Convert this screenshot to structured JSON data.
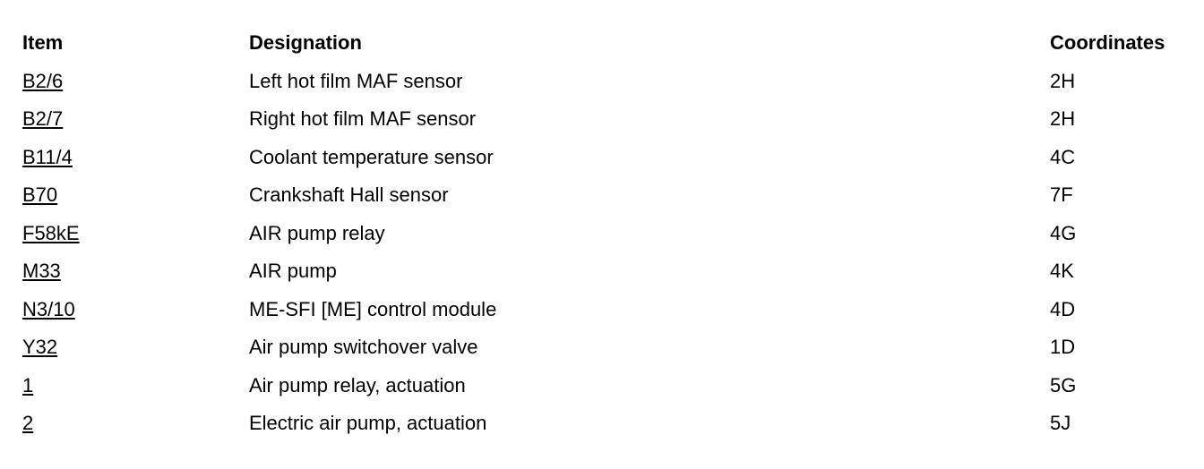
{
  "table": {
    "headers": {
      "item": "Item",
      "designation": "Designation",
      "coordinates": "Coordinates"
    },
    "rows": [
      {
        "item": "B2/6",
        "designation": "Left hot film MAF sensor",
        "coordinates": "2H"
      },
      {
        "item": "B2/7",
        "designation": "Right hot film MAF sensor",
        "coordinates": "2H"
      },
      {
        "item": "B11/4",
        "designation": "Coolant temperature sensor",
        "coordinates": "4C"
      },
      {
        "item": "B70",
        "designation": "Crankshaft Hall sensor",
        "coordinates": "7F"
      },
      {
        "item": "F58kE",
        "designation": "AIR pump relay",
        "coordinates": "4G"
      },
      {
        "item": "M33",
        "designation": "AIR pump",
        "coordinates": "4K"
      },
      {
        "item": "N3/10",
        "designation": "ME-SFI [ME] control module",
        "coordinates": "4D"
      },
      {
        "item": "Y32",
        "designation": "Air pump switchover valve",
        "coordinates": "1D"
      },
      {
        "item": "1",
        "designation": "Air pump relay, actuation",
        "coordinates": "5G"
      },
      {
        "item": "2",
        "designation": "Electric air pump, actuation",
        "coordinates": "5J"
      }
    ]
  }
}
